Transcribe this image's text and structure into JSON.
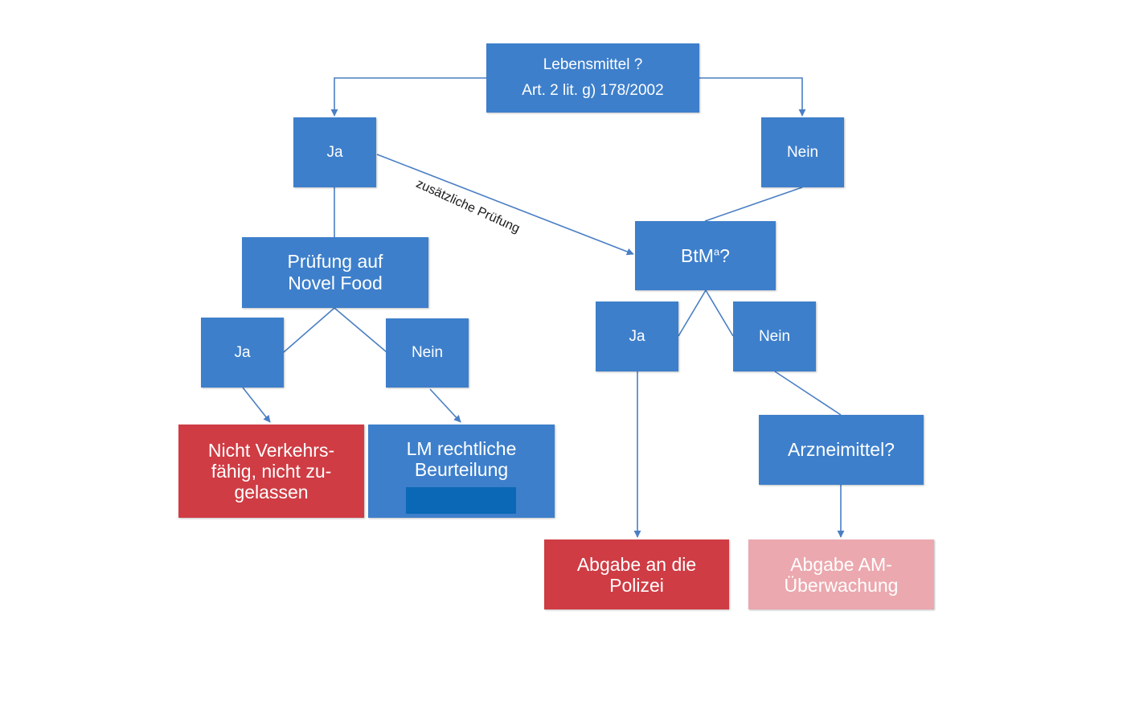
{
  "colors": {
    "decision": "#3d7fcb",
    "negative": "#cf3c44",
    "alternate": "#eba8ae",
    "connector": "#4a7fc4"
  },
  "nodes": {
    "lebensmittel": {
      "line1": "Lebensmittel ?",
      "line2": "Art. 2 lit. g) 178/2002"
    },
    "ja_top": "Ja",
    "nein_top": "Nein",
    "novel_food": {
      "line1": "Prüfung auf",
      "line2": "Novel Food"
    },
    "btm": {
      "text": "BtM",
      "sup": "a",
      "suffix": "?"
    },
    "ja_nf": "Ja",
    "nein_nf": "Nein",
    "ja_btm": "Ja",
    "nein_btm": "Nein",
    "nicht_verkehrsfaehig": {
      "line1": "Nicht Verkehrs-",
      "line2": "fähig, nicht zu-",
      "line3": "gelassen"
    },
    "lm_beurteilung": {
      "line1": "LM rechtliche",
      "line2": "Beurteilung"
    },
    "arzneimittel": "Arzneimittel?",
    "abgabe_polizei": {
      "line1": "Abgabe an die",
      "line2": "Polizei"
    },
    "abgabe_am": {
      "line1": "Abgabe AM-",
      "line2": "Überwachung"
    }
  },
  "edge_labels": {
    "zusaetzliche_pruefung": "zusätzliche Prüfung"
  }
}
